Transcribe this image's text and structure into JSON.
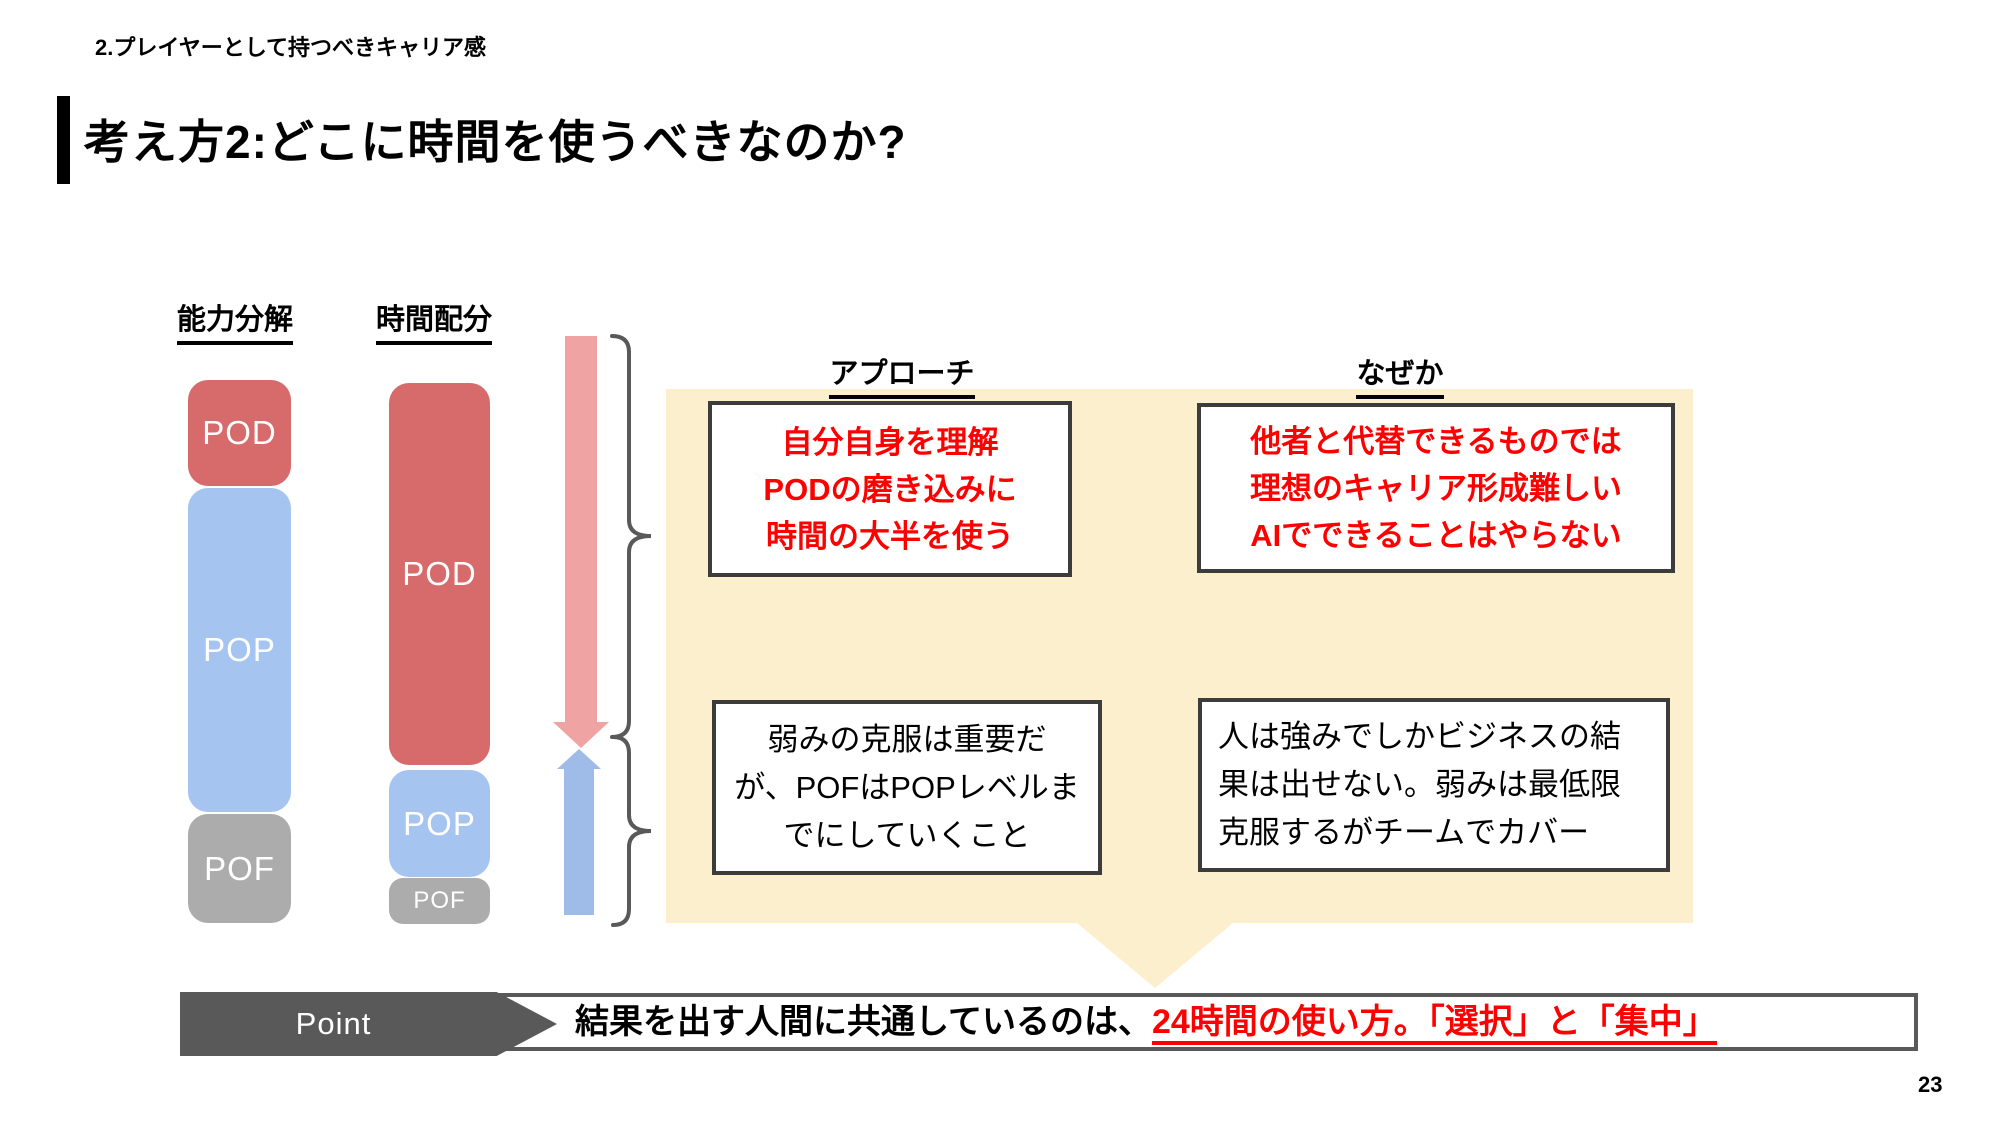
{
  "slide": {
    "eyebrow": "2.プレイヤーとして持つべきキャリア感",
    "title": "考え方2:どこに時間を使うべきなのか?",
    "page_number": "23"
  },
  "bars": {
    "ability": {
      "heading": "能力分解",
      "segments": [
        {
          "label": "POD",
          "color": "#D76A6A"
        },
        {
          "label": "POP",
          "color": "#A6C4F0"
        },
        {
          "label": "POF",
          "color": "#ACACAC"
        }
      ]
    },
    "time": {
      "heading": "時間配分",
      "segments": [
        {
          "label": "POD",
          "color": "#D76A6A"
        },
        {
          "label": "POP",
          "color": "#A6C4F0"
        },
        {
          "label": "POF",
          "color": "#ACACAC"
        }
      ]
    }
  },
  "arrows": {
    "down_arrow_color": "#F0A3A3",
    "up_arrow_color": "#9FBBE8",
    "brace_color": "#595959"
  },
  "panel": {
    "background_color": "#FBEFCE",
    "approach_heading": "アプローチ",
    "why_heading": "なぜか",
    "red_text_color": "#FF0000",
    "approach_top_lines": [
      "自分自身を理解",
      "PODの磨き込みに",
      "時間の大半を使う"
    ],
    "why_top_lines": [
      "他者と代替できるものでは",
      "理想のキャリア形成難しい",
      "AIでできることはやらない"
    ],
    "approach_bottom_lines": [
      "弱みの克服は重要だ",
      "が、POFはPOPレベルま",
      "でにしていくこと"
    ],
    "why_bottom_lines": [
      "人は強みでしかビジネスの結",
      "果は出せない。弱みは最低限",
      "克服するがチームでカバー"
    ]
  },
  "point": {
    "label": "Point",
    "lead_text": "結果を出す人間に共通しているのは、",
    "highlight_text": "24時間の使い方。「選択」と「集中」"
  }
}
